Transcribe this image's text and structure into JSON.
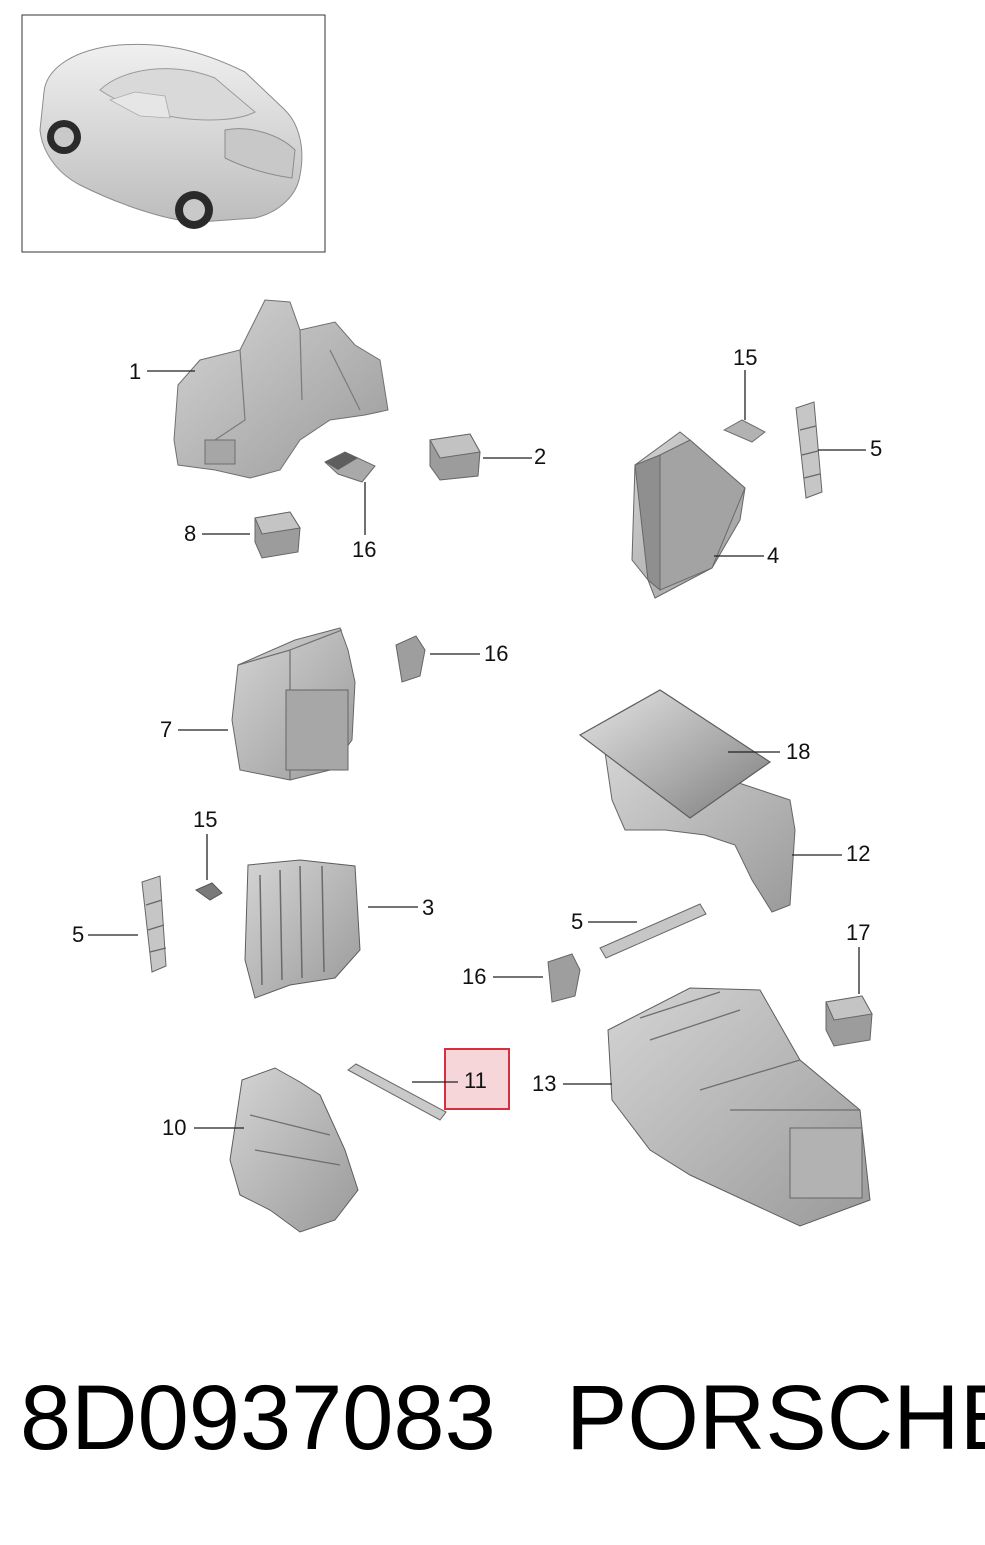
{
  "diagram": {
    "callouts": {
      "c1": "1",
      "c2": "2",
      "c3": "3",
      "c4": "4",
      "c5a": "5",
      "c5b": "5",
      "c5c": "5",
      "c7": "7",
      "c8": "8",
      "c10": "10",
      "c11": "11",
      "c12": "12",
      "c13": "13",
      "c15a": "15",
      "c15b": "15",
      "c16a": "16",
      "c16b": "16",
      "c16c": "16",
      "c17": "17",
      "c18": "18"
    },
    "highlighted_callout": "11",
    "highlight_color": "#e03040",
    "part_color": "#bdbdbd",
    "part_shade_color": "#8e8e8e"
  },
  "footer": {
    "part_number": "8D0937083",
    "brand": "PORSCHE"
  }
}
